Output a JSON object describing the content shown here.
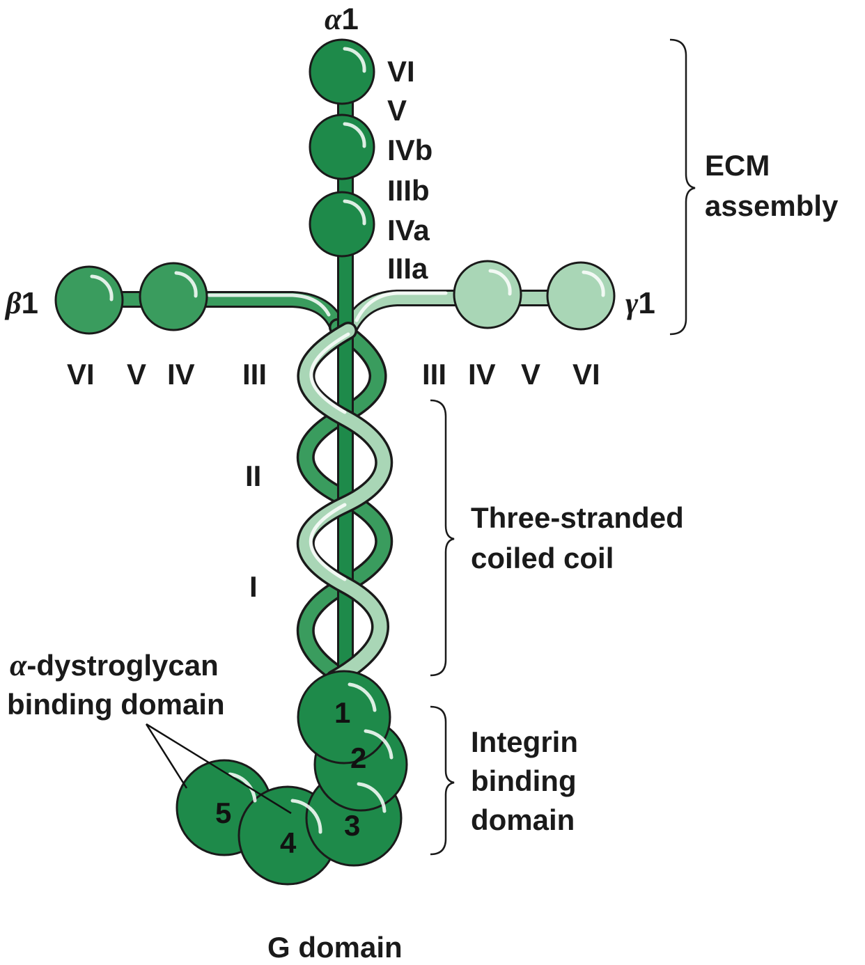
{
  "chains": {
    "alpha": {
      "greek": "α",
      "num": "1",
      "color": "#1e8a4a"
    },
    "beta": {
      "greek": "β",
      "num": "1",
      "color": "#3a9c5e"
    },
    "gamma": {
      "greek": "γ",
      "num": "1",
      "color": "#a9d6b6"
    }
  },
  "alpha_domains": [
    "VI",
    "V",
    "IVb",
    "IIIb",
    "IVa",
    "IIIa"
  ],
  "beta_domains": [
    "VI",
    "V",
    "IV",
    "III"
  ],
  "gamma_domains": [
    "III",
    "IV",
    "V",
    "VI"
  ],
  "coil_domains": [
    "II",
    "I"
  ],
  "g_domain_modules": [
    "1",
    "2",
    "3",
    "4",
    "5"
  ],
  "labels": {
    "ecm_line1": "ECM",
    "ecm_line2": "assembly",
    "coil_line1": "Three-stranded",
    "coil_line2": "coiled coil",
    "integrin_line1": "Integrin",
    "integrin_line2": "binding",
    "integrin_line3": "domain",
    "dystro_greek": "α",
    "dystro_line1": "-dystroglycan",
    "dystro_line2": "binding domain",
    "g_domain": "G domain"
  },
  "colors": {
    "alpha_dark": "#1e8a4a",
    "beta_mid": "#3a9c5e",
    "gamma_light": "#a9d6b6",
    "outline": "#1a1a1a"
  }
}
